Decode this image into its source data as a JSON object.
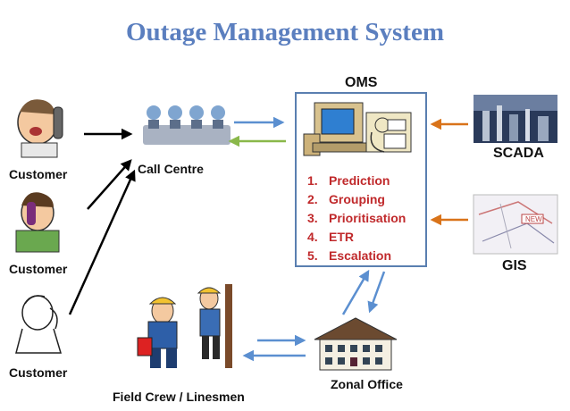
{
  "title": "Outage Management System",
  "oms": {
    "label": "OMS",
    "steps": [
      {
        "num": "1.",
        "text": "Prediction"
      },
      {
        "num": "2.",
        "text": "Grouping"
      },
      {
        "num": "3.",
        "text": "Prioritisation"
      },
      {
        "num": "4.",
        "text": "ETR"
      },
      {
        "num": "5.",
        "text": "Escalation"
      }
    ]
  },
  "nodes": {
    "customer1": "Customer",
    "customer2": "Customer",
    "customer3": "Customer",
    "call_centre": "Call Centre",
    "scada": "SCADA",
    "gis": "GIS",
    "field_crew": "Field Crew / Linesmen",
    "zonal_office": "Zonal Office"
  },
  "gis_image_text": "NEW",
  "colors": {
    "title": "#5b7fbf",
    "steps": "#c0292b",
    "arrow_blue": "#5b8fd0",
    "arrow_green": "#8ab84a",
    "arrow_orange": "#d9731a",
    "arrow_black": "#000000",
    "oms_border": "#5a7fb0"
  }
}
